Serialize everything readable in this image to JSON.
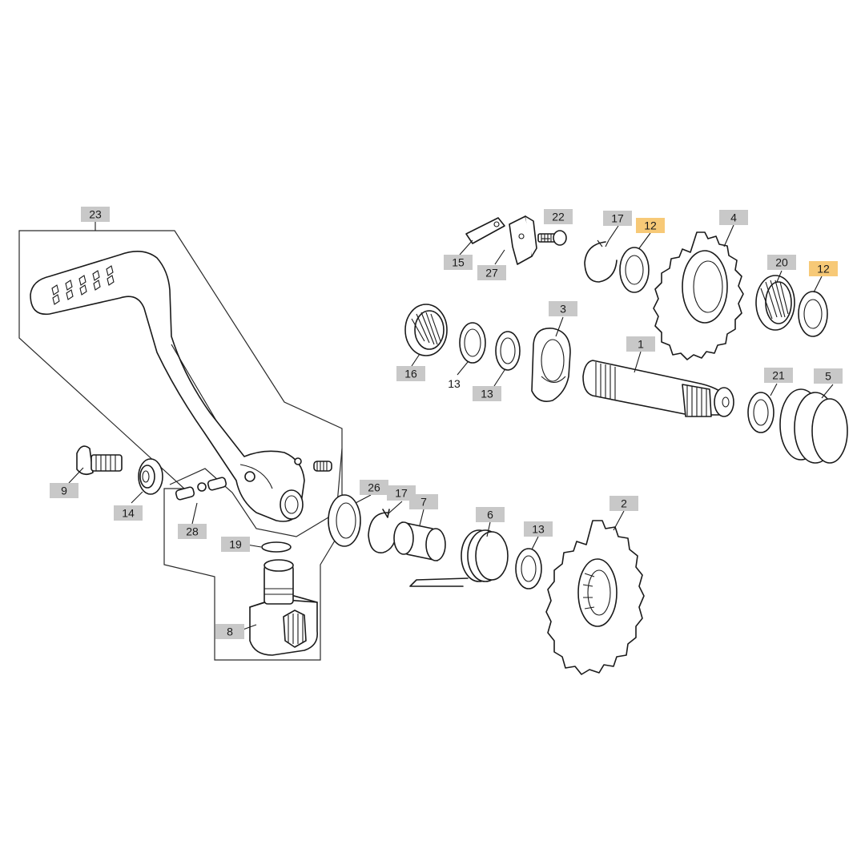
{
  "colors": {
    "label_box": "#c8c8c8",
    "label_highlight": "#f7c977",
    "line": "#1a1a1a",
    "background": "#ffffff"
  },
  "labels": {
    "p1": "1",
    "p2": "2",
    "p3": "3",
    "p4": "4",
    "p5": "5",
    "p6": "6",
    "p7": "7",
    "p8": "8",
    "p9": "9",
    "p12a": "12",
    "p12b": "12",
    "p13a": "13",
    "p13b": "13",
    "p13c": "13",
    "p14": "14",
    "p15": "15",
    "p16": "16",
    "p17a": "17",
    "p17b": "17",
    "p19": "19",
    "p20": "20",
    "p21": "21",
    "p22": "22",
    "p23": "23",
    "p26": "26",
    "p27": "27",
    "p28": "28"
  }
}
